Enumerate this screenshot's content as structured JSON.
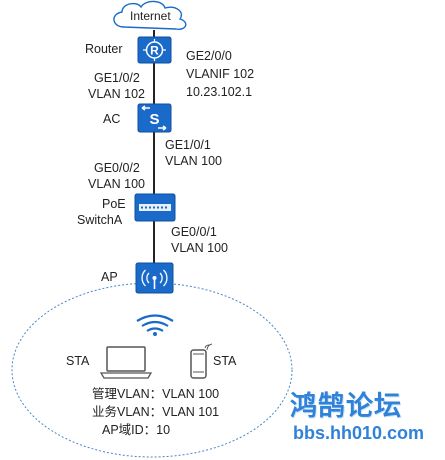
{
  "internet": {
    "label": "Internet"
  },
  "router": {
    "name": "Router",
    "port_down": "GE2/0/0",
    "vlanif": "VLANIF 102",
    "ip": "10.23.102.1"
  },
  "link_router_ac": {
    "port": "GE1/0/2",
    "vlan": "VLAN 102"
  },
  "ac": {
    "name": "AC"
  },
  "link_ac_switch": {
    "port": "GE1/0/1",
    "vlan": "VLAN 100"
  },
  "switch": {
    "name_line1": "PoE",
    "name_line2": "SwitchA",
    "port_up": "GE0/0/2",
    "vlan_up": "VLAN 100",
    "port_down": "GE0/0/1",
    "vlan_down": "VLAN 100"
  },
  "ap": {
    "name": "AP"
  },
  "sta_laptop": {
    "name": "STA"
  },
  "sta_phone": {
    "name": "STA"
  },
  "wlan_info": {
    "mgmt_vlan": "管理VLAN：VLAN 100",
    "service_vlan": "业务VLAN：VLAN 101",
    "ap_domain": "AP域ID：10"
  },
  "watermark": {
    "text_cn": "鸿鹄论坛",
    "url": "bbs.hh010.com"
  },
  "colors": {
    "device_blue": "#1a6ac9",
    "device_dark": "#0d4f9e",
    "line": "#222222",
    "coverage": "#4a86c8"
  }
}
